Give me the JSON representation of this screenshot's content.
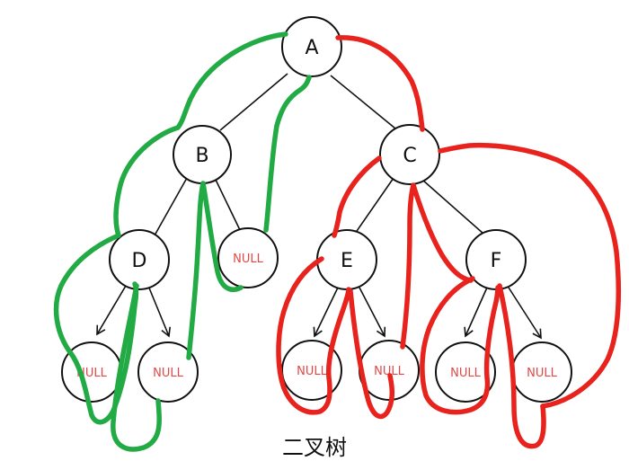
{
  "caption": "二叉树",
  "colors": {
    "node_stroke": "#111111",
    "null_text": "#e04848",
    "left_trace": "#22aa44",
    "right_trace": "#e8221c"
  },
  "nodes": {
    "A": "A",
    "B": "B",
    "C": "C",
    "D": "D",
    "E": "E",
    "F": "F",
    "null_b_right": "NULL",
    "null_d_left": "NULL",
    "null_d_right": "NULL",
    "null_e_left": "NULL",
    "null_e_right": "NULL",
    "null_f_left": "NULL",
    "null_f_right": "NULL"
  }
}
